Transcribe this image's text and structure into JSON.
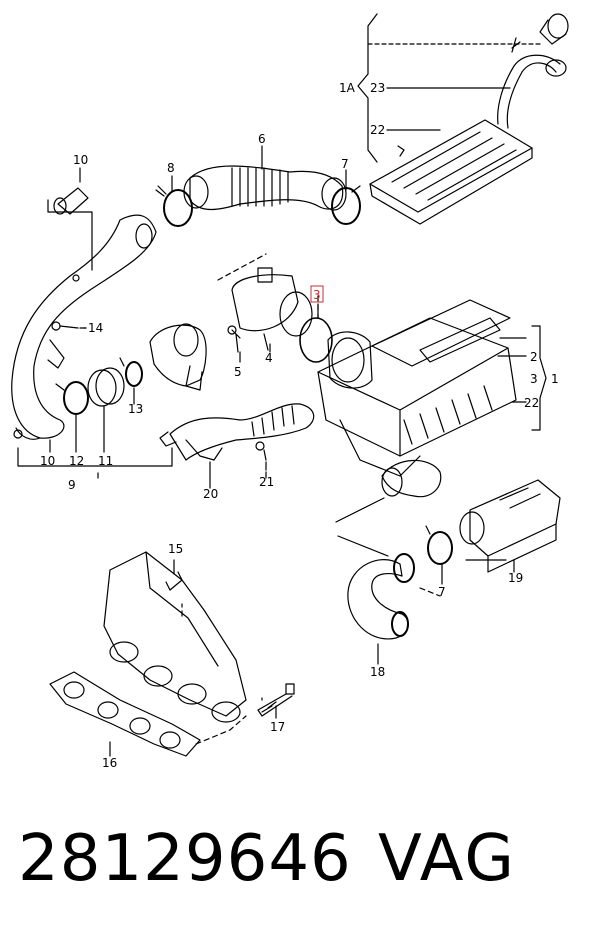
{
  "diagram": {
    "labels": {
      "p1": "1",
      "p1a": "1A",
      "p2": "2",
      "p3": "3",
      "p3b": "3",
      "p4": "4",
      "p5": "5",
      "p6": "6",
      "p7a": "7",
      "p7b": "7",
      "p8": "8",
      "p9": "9",
      "p10a": "10",
      "p10b": "10",
      "p11": "11",
      "p12": "12",
      "p13": "13",
      "p14": "14",
      "p15": "15",
      "p16": "16",
      "p17": "17",
      "p18": "18",
      "p19": "19",
      "p20": "20",
      "p21": "21",
      "p22a": "22",
      "p22b": "22",
      "p23": "23"
    },
    "highlight_color": "#c0303a"
  },
  "footer": {
    "part_number": "28129646",
    "brand": "VAG"
  }
}
